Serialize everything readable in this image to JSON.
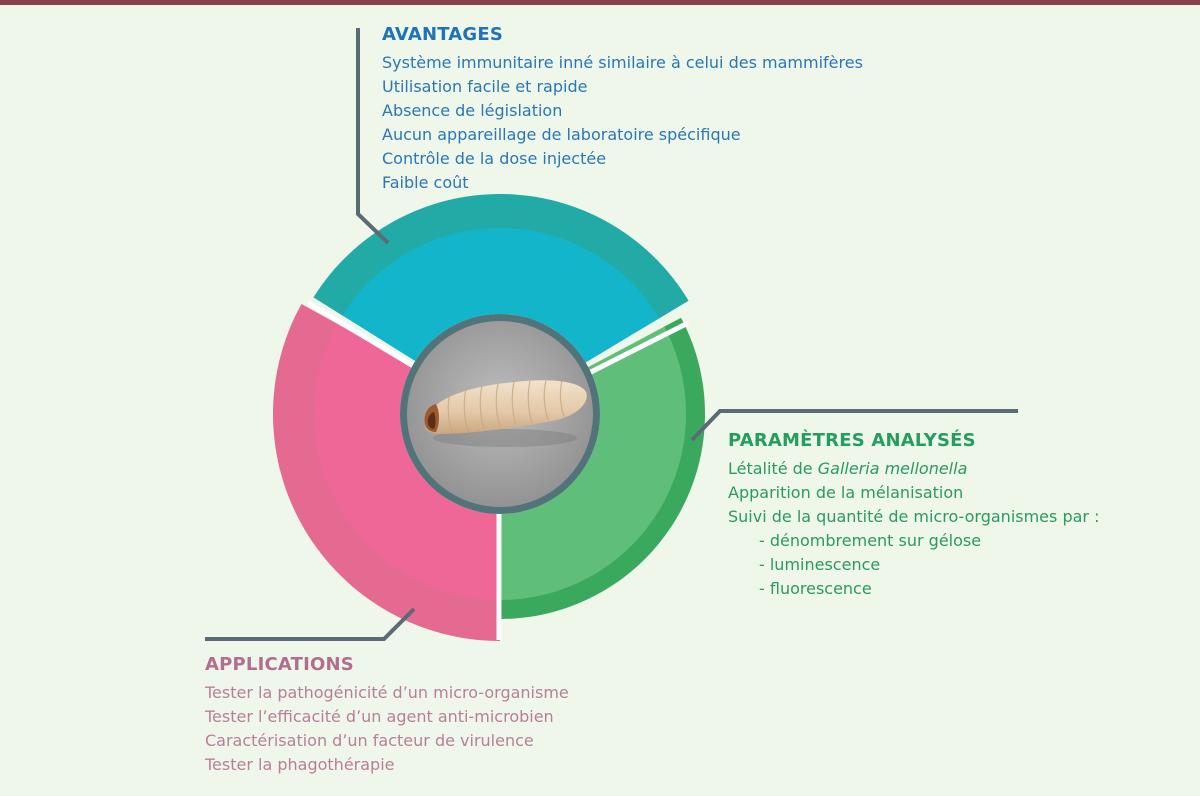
{
  "colors": {
    "background": "#eff6ea",
    "top_bar": "#8b3f4d",
    "connector": "#5b6b75",
    "advantages_outer": "#22aaa7",
    "advantages_inner": "#12b5c9",
    "parameters_outer": "#3aa95e",
    "parameters_inner": "#5fbf7a",
    "applications_outer": "#e46a92",
    "applications_inner": "#ef6796",
    "center_ring": "#52737a",
    "advantages_text": "#2a77b5",
    "parameters_text": "#2b9a60",
    "applications_text": "#b87f98"
  },
  "advantages": {
    "title": "AVANTAGES",
    "items": [
      "Système immunitaire inné similaire à celui des mammifères",
      "Utilisation facile et rapide",
      "Absence de législation",
      "Aucun appareillage de laboratoire spécifique",
      "Contrôle de la dose injectée",
      "Faible coût"
    ]
  },
  "parameters": {
    "title": "PARAMÈTRES ANALYSÉS",
    "line1_prefix": "Létalité de ",
    "line1_species": "Galleria mellonella",
    "items": [
      "Apparition de la mélanisation",
      "Suivi de la quantité de micro-organismes par :"
    ],
    "sub_items": [
      "- dénombrement sur gélose",
      "- luminescence",
      "- fluorescence"
    ]
  },
  "applications": {
    "title": "APPLICATIONS",
    "items": [
      "Tester la pathogénicité d’un micro-organisme",
      "Tester l’efficacité d’un agent anti-microbien",
      "Caractérisation d’un facteur de virulence",
      "Tester la phagothérapie"
    ]
  },
  "center_image": {
    "subject": "larva-photo"
  }
}
